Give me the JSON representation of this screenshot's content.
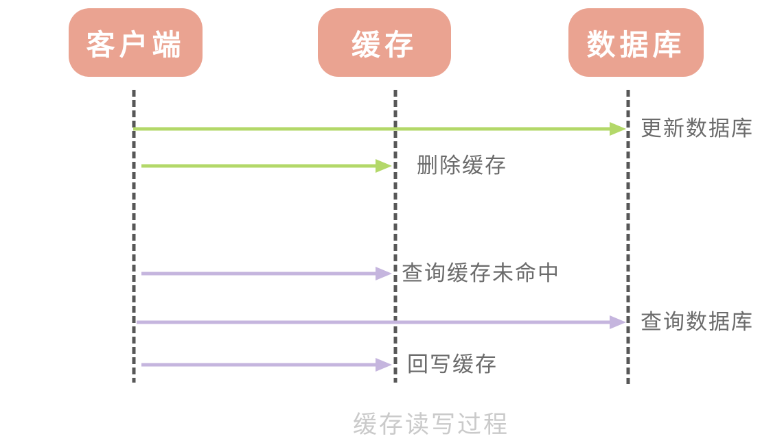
{
  "diagram": {
    "title": "缓存读写过程",
    "actors": [
      {
        "id": "client",
        "label": "客户端"
      },
      {
        "id": "cache",
        "label": "缓存"
      },
      {
        "id": "database",
        "label": "数据库"
      }
    ],
    "messages": [
      {
        "label": "更新数据库",
        "from": "client",
        "to": "database",
        "group": "write"
      },
      {
        "label": "删除缓存",
        "from": "client",
        "to": "cache",
        "group": "write"
      },
      {
        "label": "查询缓存未命中",
        "from": "client",
        "to": "cache",
        "group": "read"
      },
      {
        "label": "查询数据库",
        "from": "client",
        "to": "database",
        "group": "read"
      },
      {
        "label": "回写缓存",
        "from": "client",
        "to": "cache",
        "group": "read"
      }
    ],
    "colors": {
      "actor_box": "#EAA391",
      "write_arrow": "#B3D869",
      "read_arrow": "#C5B5DE",
      "label_text": "#6B6B6B",
      "lifeline": "#575757",
      "caption": "#CACACA"
    }
  }
}
